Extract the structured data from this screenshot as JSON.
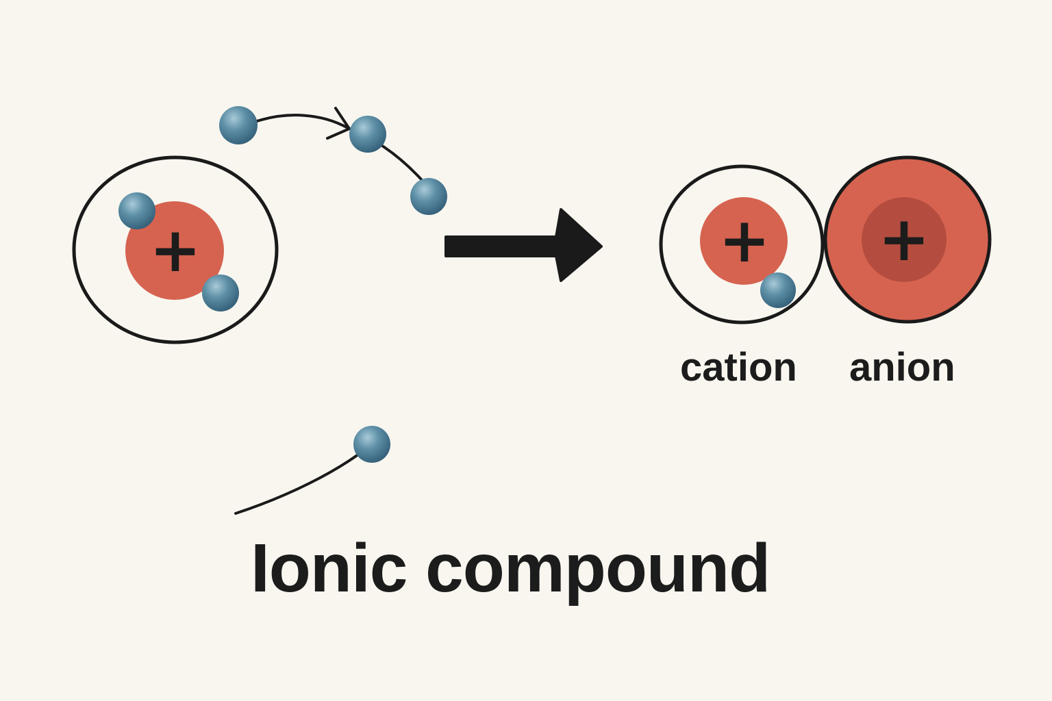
{
  "labels": {
    "cation": "cation",
    "anion": "anion",
    "title": "Ionic compound"
  },
  "symbols": {
    "plus": "+"
  },
  "colors": {
    "background": "#f8f6ef",
    "nucleus": "#d66350",
    "nucleus_core": "#a8463a",
    "electron": "#4e7f97",
    "outline": "#1a1a1a"
  },
  "diagram": {
    "atoms": [
      {
        "name": "neutral-atom",
        "electrons": 2
      },
      {
        "name": "cation",
        "electrons": 1
      },
      {
        "name": "anion",
        "electrons": 0
      }
    ],
    "free_electrons": 4
  }
}
